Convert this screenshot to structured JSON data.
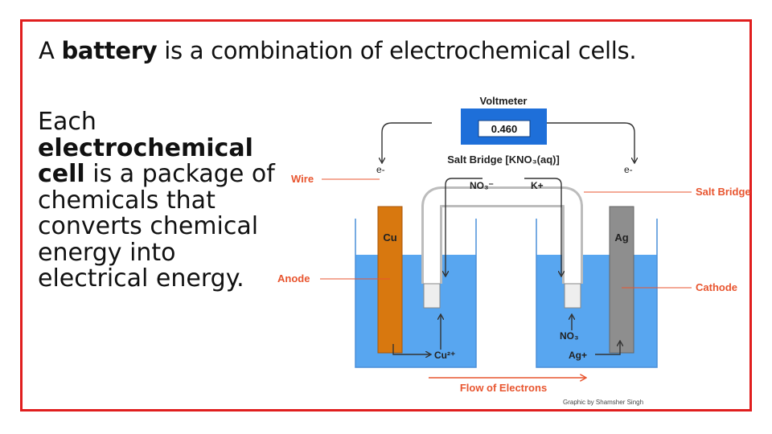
{
  "slide": {
    "title": {
      "prefix": "A ",
      "bold": "battery",
      "suffix": " is a combination of electrochemical cells."
    },
    "body": {
      "prefix": "Each ",
      "bold": "electrochemical cell",
      "suffix": " is a package of chemicals that converts chemical energy into electrical energy."
    }
  },
  "diagram": {
    "voltmeter_label": "Voltmeter",
    "voltmeter_reading": "0.460",
    "salt_bridge_title": "Salt Bridge [KNO₃(aq)]",
    "electron_left": "e-",
    "electron_right": "e-",
    "ion_no3": "NO₃⁻",
    "ion_k": "K+",
    "anode_metal": "Cu",
    "cathode_metal": "Ag",
    "ion_cu": "Cu²⁺",
    "ion_no3_lower": "NO₃",
    "ion_ag": "Ag+",
    "flow_label": "Flow of Electrons",
    "credit": "Graphic by Shamsher Singh",
    "callouts": {
      "wire": "Wire",
      "anode": "Anode",
      "salt_bridge": "Salt Bridge",
      "cathode": "Cathode"
    },
    "colors": {
      "frame": "#e01e1e",
      "callout": "#e8552f",
      "voltmeter": "#1e6fd9",
      "solution": "#58a6f0",
      "anode_electrode": "#d8780f",
      "cathode_electrode": "#8e8e8e"
    }
  }
}
